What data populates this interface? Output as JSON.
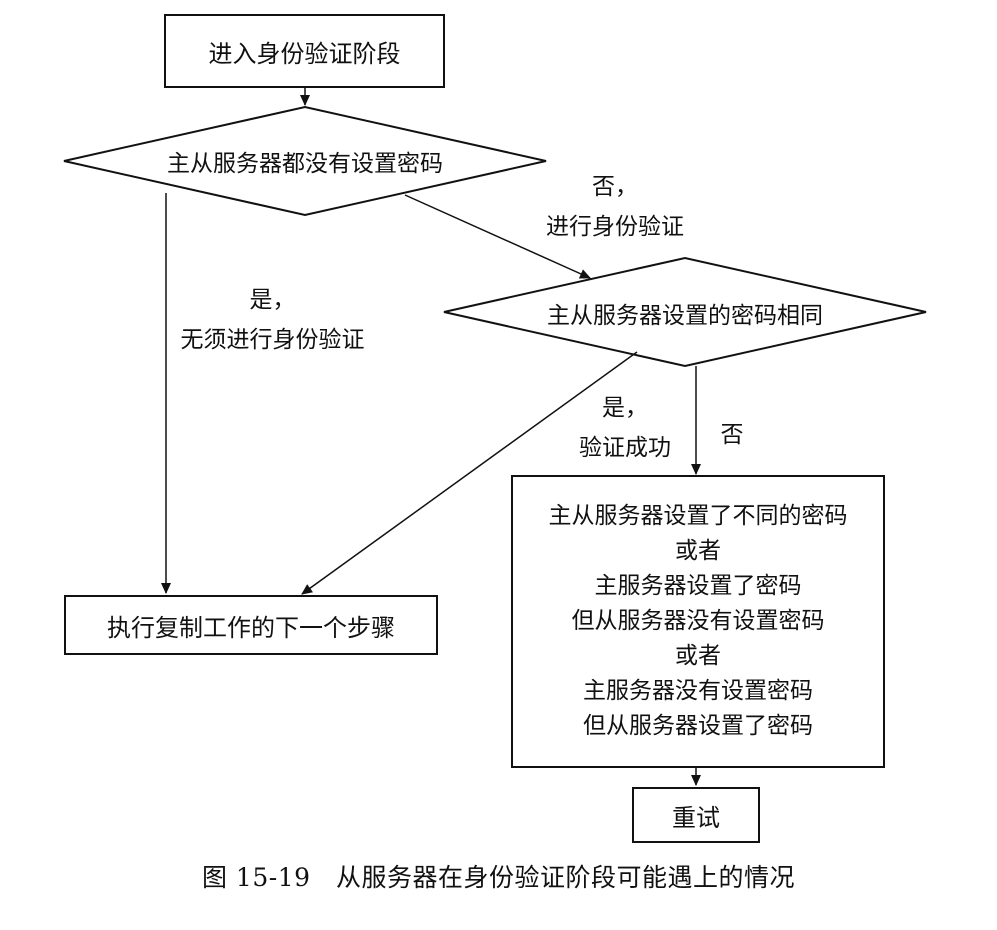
{
  "nodes": {
    "start": "进入身份验证阶段",
    "decision1": "主从服务器都没有设置密码",
    "decision2": "主从服务器设置的密码相同",
    "next_step": "执行复制工作的下一个步骤",
    "mismatch_lines": [
      "主从服务器设置了不同的密码",
      "或者",
      "主服务器设置了密码",
      "但从服务器没有设置密码",
      "或者",
      "主服务器没有设置密码",
      "但从服务器设置了密码"
    ],
    "retry": "重试"
  },
  "edge_labels": {
    "d1_no_line1": "否，",
    "d1_no_line2": "进行身份验证",
    "d1_yes_line1": "是，",
    "d1_yes_line2": "无须进行身份验证",
    "d2_yes_line1": "是，",
    "d2_yes_line2": "验证成功",
    "d2_no": "否"
  },
  "caption": "图 15-19　从服务器在身份验证阶段可能遇上的情况"
}
